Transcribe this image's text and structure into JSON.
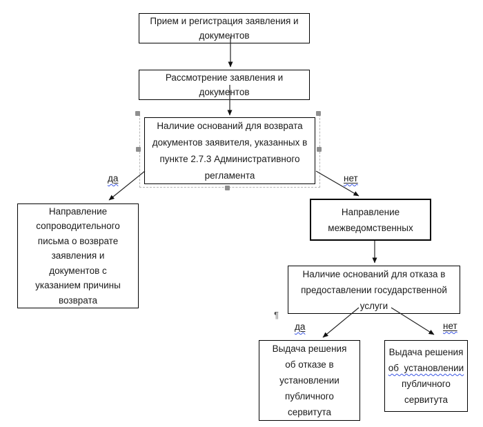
{
  "diagram": {
    "nodes": {
      "receive": {
        "lines": [
          "Прием и регистрация заявления и",
          "документов"
        ]
      },
      "review": {
        "lines": [
          "Рассмотрение заявления и",
          "документов"
        ]
      },
      "return_check": {
        "lines": [
          "Наличие оснований для возврата",
          "документов заявителя, указанных в",
          "пункте 2.7.3 Административного",
          "регламента"
        ]
      },
      "cover_letter": {
        "lines": [
          "Направление",
          "сопроводительного",
          "письма о возврате",
          "заявления и",
          "документов с",
          "указанием причины",
          "возврата"
        ]
      },
      "interagency": {
        "lines": [
          "Направление",
          "межведомственных"
        ]
      },
      "refusal_check": {
        "lines": [
          "Наличие оснований для отказа в",
          "предоставлении государственной",
          "услуги"
        ]
      },
      "refusal_decision": {
        "lines": [
          "Выдача решения",
          "об отказе в",
          "установлении",
          "публичного",
          "сервитута"
        ]
      },
      "establish_decision": {
        "lines": [
          "Выдача решения",
          "об  установлении",
          "публичного",
          "сервитута"
        ]
      }
    },
    "edge_labels": {
      "yes_return": "да",
      "no_return": "нет",
      "yes_refusal": "да",
      "no_refusal": "нет"
    },
    "marks": {
      "pilcrow": "¶"
    },
    "colors": {
      "box_border": "#000000",
      "text": "#1a1a1a",
      "grammar_underline": "#3a56e4",
      "selection_handle": "#8f8f8f",
      "selection_outline": "#b3b3b3",
      "background": "#ffffff"
    }
  }
}
